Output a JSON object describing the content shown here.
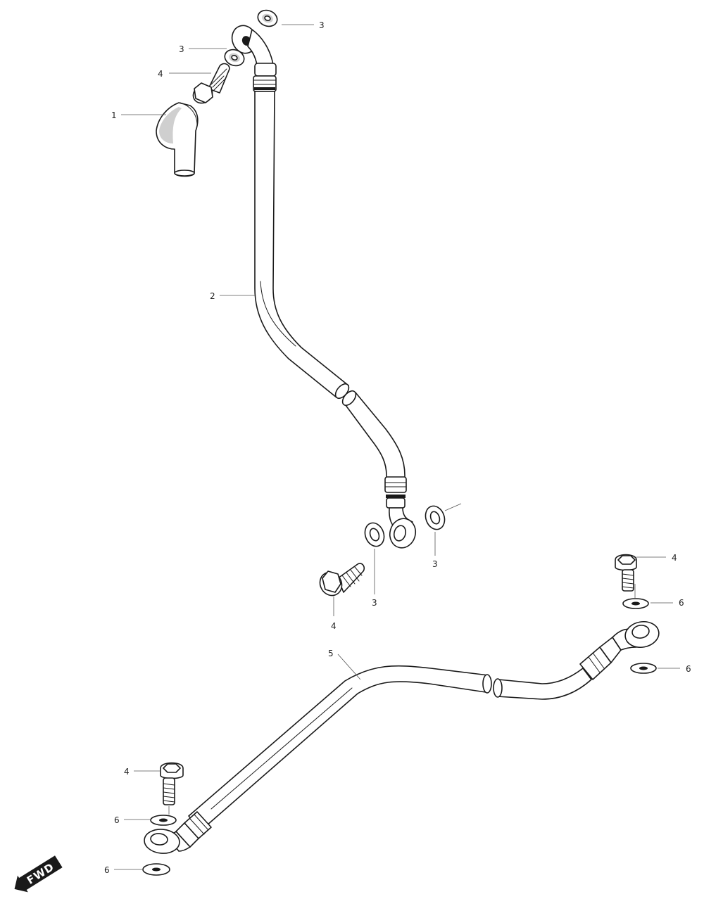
{
  "diagram": {
    "callouts": {
      "c1": "1",
      "c2": "2",
      "c3a": "3",
      "c3b": "3",
      "c3c": "3",
      "c3d": "3",
      "c4a": "4",
      "c4b": "4",
      "c4c": "4",
      "c4d": "4",
      "c5": "5",
      "c6a": "6",
      "c6b": "6",
      "c6c": "6",
      "c6d": "6"
    },
    "fwd_label": "FWD"
  }
}
